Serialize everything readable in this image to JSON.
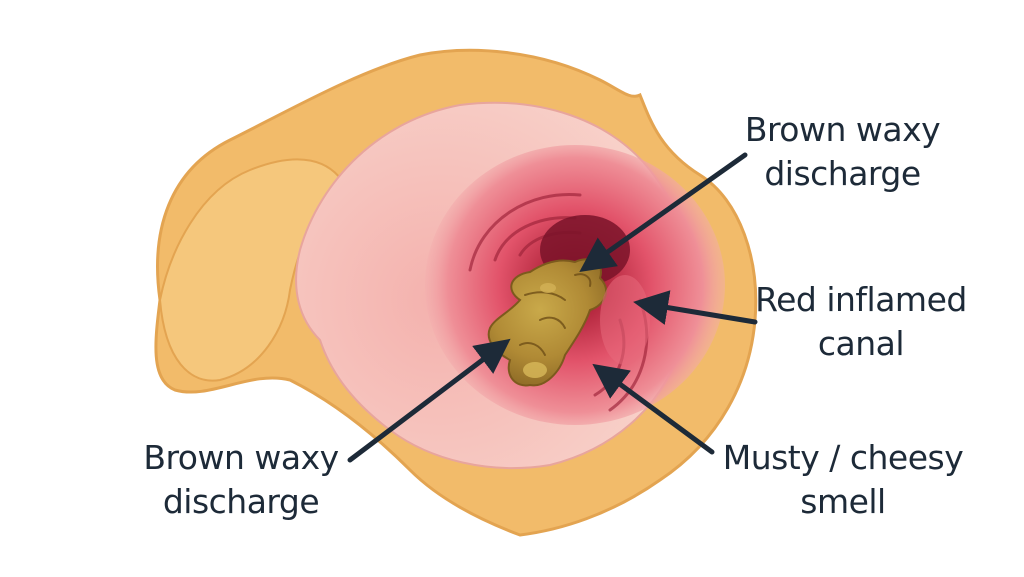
{
  "labels": {
    "top": {
      "line1": "Brown waxy",
      "line2": "discharge"
    },
    "right": {
      "line1": "Red inflamed",
      "line2": "canal"
    },
    "bottom_right": {
      "line1": "Musty / cheesy",
      "line2": "smell"
    },
    "bottom_left": {
      "line1": "Brown waxy",
      "line2": "discharge"
    }
  },
  "colors": {
    "ear_skin": "#f2bb6a",
    "ear_outline": "#e3a451",
    "inner_ear": "#f6c9c2",
    "inflamed": "#e2536a",
    "canal_dark": "#8f1d33",
    "wax": "#c09a3c",
    "arrow": "#1d2a38"
  },
  "icons": [
    "arrow-icon"
  ]
}
